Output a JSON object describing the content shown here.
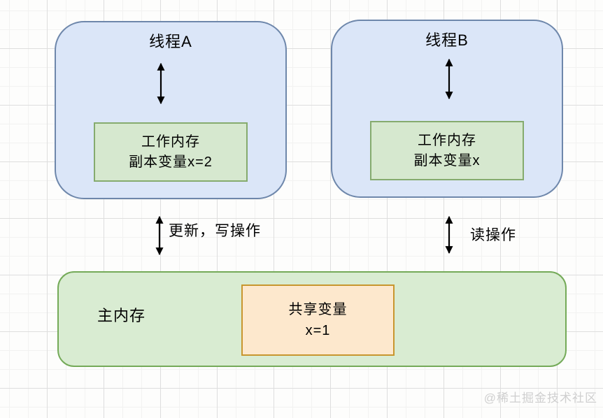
{
  "thread_a": {
    "title": "线程A",
    "working_memory": {
      "line1": "工作内存",
      "line2": "副本变量x=2"
    }
  },
  "thread_b": {
    "title": "线程B",
    "working_memory": {
      "line1": "工作内存",
      "line2": "副本变量x"
    }
  },
  "edges": {
    "write_label": "更新，写操作",
    "read_label": "读操作"
  },
  "main_memory": {
    "label": "主内存",
    "shared_variable": {
      "line1": "共享变量",
      "line2": "x=1"
    }
  },
  "watermark": "@稀土掘金技术社区",
  "colors": {
    "thread_box_fill": "#dbe6f8",
    "thread_box_border": "#6e87ab",
    "work_mem_fill": "#d6e8cf",
    "work_mem_border": "#85ab6e",
    "main_memory_fill": "#d9ecd2",
    "main_memory_border": "#74aa58",
    "shared_var_fill": "#fde8cd",
    "shared_var_border": "#c8962e",
    "arrow": "#000000",
    "watermark_text": "#cfcfcf"
  }
}
